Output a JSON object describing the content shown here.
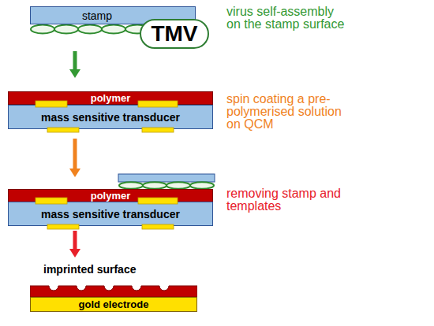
{
  "diagram": {
    "nodes": [
      {
        "text": [
          "stamp"
        ]
      },
      {
        "text": [
          "TMV"
        ]
      },
      {
        "text": [
          "polymer"
        ]
      },
      {
        "text": [
          "mass sensitive transducer"
        ]
      },
      {
        "text": [
          "polymer"
        ]
      },
      {
        "text": [
          "mass sensitive transducer"
        ]
      },
      {
        "text": [
          "imprinted surface"
        ]
      },
      {
        "text": [
          "gold electrode"
        ]
      }
    ],
    "edges": [
      {
        "from": 0,
        "to": 2,
        "arrow": "to"
      },
      {
        "from": 3,
        "to": 4,
        "arrow": "to"
      },
      {
        "from": 5,
        "to": 6,
        "arrow": "to"
      }
    ],
    "labels": [
      "virus self-assembly on the stamp surface",
      "spin coating a pre-polymerised solution on QCM",
      "removing stamp and templates"
    ]
  }
}
